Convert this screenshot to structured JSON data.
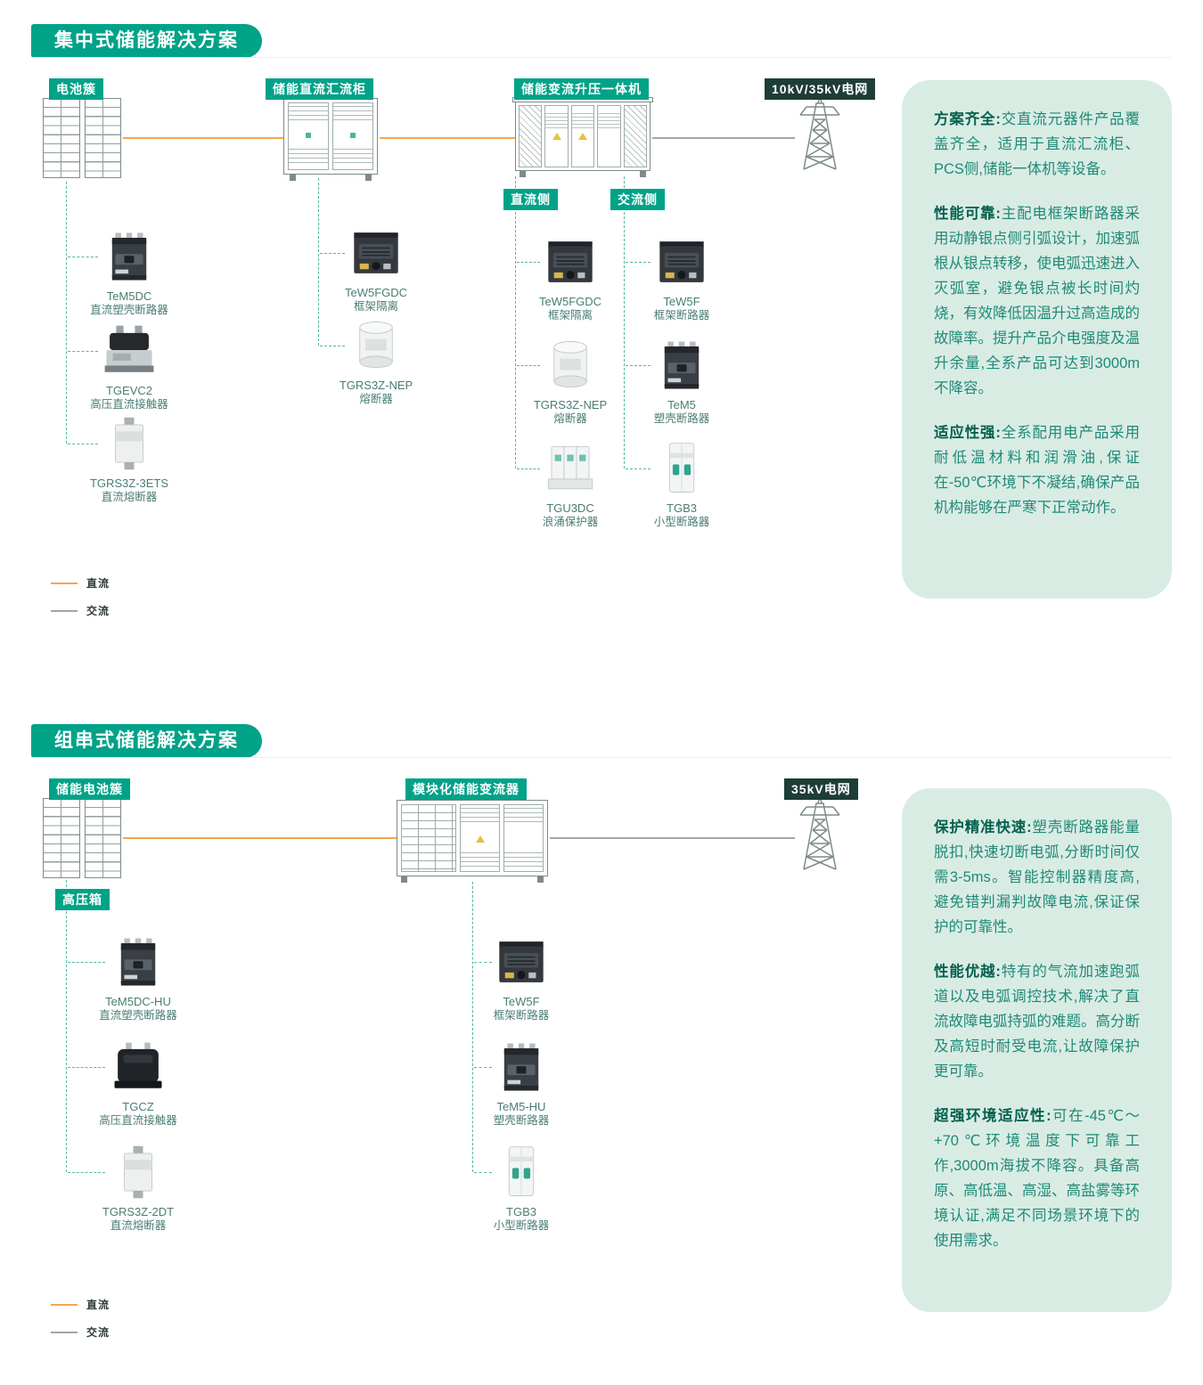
{
  "colors": {
    "teal": "#00A288",
    "dark_teal": "#1E3D37",
    "panel_bg": "#D9ECE4",
    "dc_orange": "#F2A84C",
    "ac_gray": "#9FA8A5",
    "dashed_teal": "#53B7A5"
  },
  "section1": {
    "title": "集中式储能解决方案",
    "nodes": {
      "battery": "电池簇",
      "combiner": "储能直流汇流柜",
      "converter": "储能变流升压一体机",
      "grid": "10kV/35kV电网"
    },
    "side_labels": {
      "dc": "直流侧",
      "ac": "交流侧"
    },
    "products": {
      "battery": [
        {
          "model": "TeM5DC",
          "desc": "直流塑壳断路器"
        },
        {
          "model": "TGEVC2",
          "desc": "高压直流接触器"
        },
        {
          "model": "TGRS3Z-3ETS",
          "desc": "直流熔断器"
        }
      ],
      "combiner": [
        {
          "model": "TeW5FGDC",
          "desc": "框架隔离"
        },
        {
          "model": "TGRS3Z-NEP",
          "desc": "熔断器"
        }
      ],
      "dc_side": [
        {
          "model": "TeW5FGDC",
          "desc": "框架隔离"
        },
        {
          "model": "TGRS3Z-NEP",
          "desc": "熔断器"
        },
        {
          "model": "TGU3DC",
          "desc": "浪涌保护器"
        }
      ],
      "ac_side": [
        {
          "model": "TeW5F",
          "desc": "框架断路器"
        },
        {
          "model": "TeM5",
          "desc": "塑壳断路器"
        },
        {
          "model": "TGB3",
          "desc": "小型断路器"
        }
      ]
    },
    "legend": {
      "dc": "直流",
      "ac": "交流"
    },
    "info": [
      {
        "lead": "方案齐全:",
        "body": "交直流元器件产品覆盖齐全，适用于直流汇流柜、PCS侧,储能一体机等设备。"
      },
      {
        "lead": "性能可靠:",
        "body": "主配电框架断路器采用动静银点侧引弧设计，加速弧根从银点转移，使电弧迅速进入灭弧室，避免银点被长时间灼烧，有效降低因温升过高造成的故障率。提升产品介电强度及温升余量,全系产品可达到3000m不降容。"
      },
      {
        "lead": "适应性强:",
        "body": "全系配用电产品采用耐低温材料和润滑油,保证在-50℃环境下不凝结,确保产品机构能够在严寒下正常动作。"
      }
    ]
  },
  "section2": {
    "title": "组串式储能解决方案",
    "nodes": {
      "battery": "储能电池簇",
      "converter": "模块化储能变流器",
      "grid": "35kV电网"
    },
    "hv_box_label": "高压箱",
    "products": {
      "battery": [
        {
          "model": "TeM5DC-HU",
          "desc": "直流塑壳断路器"
        },
        {
          "model": "TGCZ",
          "desc": "高压直流接触器"
        },
        {
          "model": "TGRS3Z-2DT",
          "desc": "直流熔断器"
        }
      ],
      "converter": [
        {
          "model": "TeW5F",
          "desc": "框架断路器"
        },
        {
          "model": "TeM5-HU",
          "desc": "塑壳断路器"
        },
        {
          "model": "TGB3",
          "desc": "小型断路器"
        }
      ]
    },
    "legend": {
      "dc": "直流",
      "ac": "交流"
    },
    "info": [
      {
        "lead": "保护精准快速:",
        "body": "塑壳断路器能量脱扣,快速切断电弧,分断时间仅需3-5ms。智能控制器精度高,避免错判漏判故障电流,保证保护的可靠性。"
      },
      {
        "lead": "性能优越:",
        "body": "特有的气流加速跑弧道以及电弧调控技术,解决了直流故障电弧持弧的难题。高分断及高短时耐受电流,让故障保护更可靠。"
      },
      {
        "lead": "超强环境适应性:",
        "body": "可在-45℃～+70℃环境温度下可靠工作,3000m海拔不降容。具备高原、高低温、高湿、高盐雾等环境认证,满足不同场景环境下的使用需求。"
      }
    ]
  }
}
